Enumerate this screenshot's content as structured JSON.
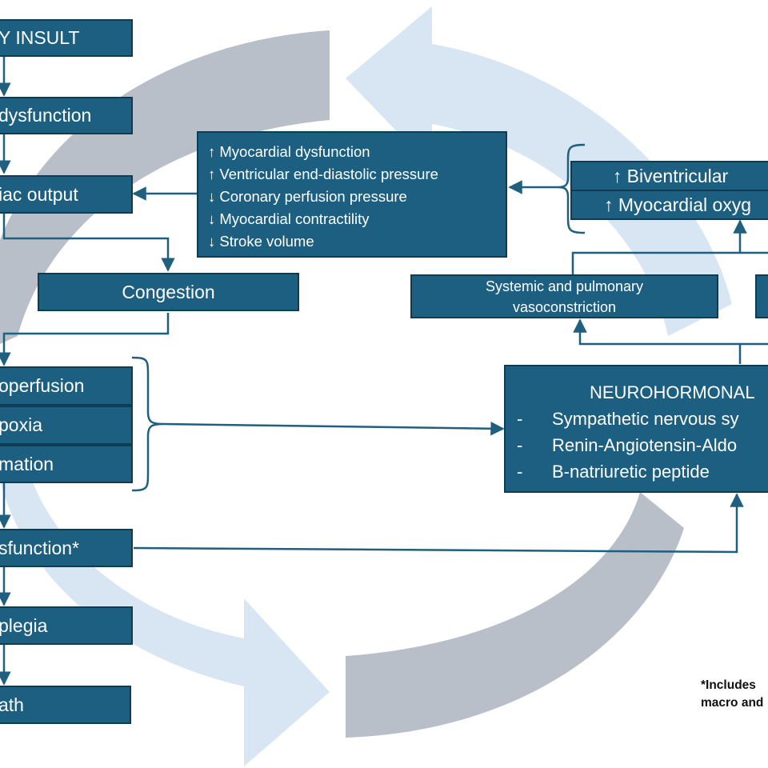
{
  "colors": {
    "box_fill": "#1c5f80",
    "box_border": "#0e3c52",
    "connector": "#1f5f80",
    "cycle_arrow_grey": "#b0b8c2",
    "cycle_arrow_light": "#d6e5f3"
  },
  "left_chain": [
    {
      "id": "insult",
      "label": "Y INSULT"
    },
    {
      "id": "dysfunction",
      "label": "dysfunction"
    },
    {
      "id": "cardiac_output",
      "label": "iac output"
    },
    {
      "id": "hypoperfusion",
      "label": "operfusion"
    },
    {
      "id": "hypoxia",
      "label": "poxia"
    },
    {
      "id": "inflammation",
      "label": "mation"
    },
    {
      "id": "organ_dysfunction",
      "label": "sfunction*"
    },
    {
      "id": "plegia",
      "label": "plegia"
    },
    {
      "id": "death",
      "label": "ath"
    }
  ],
  "congestion": {
    "label": "Congestion"
  },
  "myocardial_effects": {
    "items": [
      "↑ Myocardial dysfunction",
      "↑ Ventricular end-diastolic pressure",
      "↓ Coronary perfusion pressure",
      "↓ Myocardial contractility",
      "↓ Stroke volume"
    ]
  },
  "biventricular": {
    "top_label": "↑ Biventricular",
    "bottom_label": "↑ Myocardial oxyg"
  },
  "vasoconstriction": {
    "label": "Systemic and pulmonary vasoconstriction"
  },
  "neurohormonal": {
    "title": "NEUROHORMONAL",
    "dash": "-",
    "items": [
      "Sympathetic nervous sy",
      "Renin-Angiotensin-Aldo",
      "B-natriuretic peptide"
    ]
  },
  "footnote": {
    "line1": "*Includes",
    "line2": "macro and"
  }
}
